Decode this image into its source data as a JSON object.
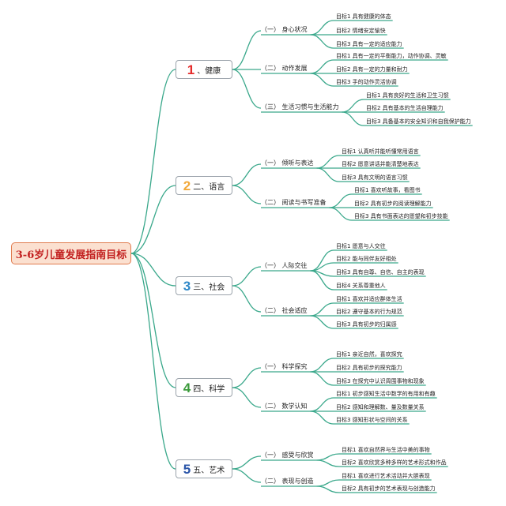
{
  "root": "3-6岁儿童发展指南目标",
  "colors": {
    "root_text": "#c21f1f",
    "root_fill": "#fbe0d0",
    "line": "#3aa88b"
  },
  "domains": [
    {
      "num": "1",
      "label": "、健康",
      "color": "#e52b2b",
      "icon": "number-1",
      "subs": [
        {
          "label": "（一） 身心状况",
          "leaves": [
            "目标1 具有健康的体态",
            "目标2 情绪安定愉快",
            "目标3 具有一定的适应能力"
          ]
        },
        {
          "label": "（二） 动作发展",
          "leaves": [
            "目标1 具有一定的平衡能力，动作协调、灵敏",
            "目标2 具有一定的力量和耐力",
            "目标3 手的动作灵活协调"
          ]
        },
        {
          "label": "（三） 生活习惯与生活能力",
          "leaves": [
            "目标1 具有良好的生活和卫生习惯",
            "目标2 具有基本的生活自理能力",
            "目标3 具备基本的安全知识和自我保护能力"
          ]
        }
      ]
    },
    {
      "num": "2",
      "label": "二、语言",
      "color": "#f2a93b",
      "icon": "number-2",
      "subs": [
        {
          "label": "（一） 倾听与表达",
          "leaves": [
            "目标1 认真听并能听懂常用语言",
            "目标2 愿意讲话并能清楚地表达",
            "目标3 具有文明的语言习惯"
          ]
        },
        {
          "label": "（二） 阅读与书写准备",
          "leaves": [
            "目标1 喜欢听故事，看图书",
            "目标2 具有初步的阅读理解能力",
            "目标3 具有书面表达的愿望和初步技能"
          ]
        }
      ]
    },
    {
      "num": "3",
      "label": "三、社会",
      "color": "#2f88c8",
      "icon": "number-3",
      "subs": [
        {
          "label": "（一） 人际交往",
          "leaves": [
            "目标1 愿意与人交往",
            "目标2 能与同伴友好相处",
            "目标3 具有自尊、自信、自主的表现",
            "目标4 关系尊重他人"
          ]
        },
        {
          "label": "（二） 社会适应",
          "leaves": [
            "目标1 喜欢并适应群体生活",
            "目标2 遵守基本的行为规范",
            "目标3 具有初步的归属感"
          ]
        }
      ]
    },
    {
      "num": "4",
      "label": "四、科学",
      "color": "#3a9a3a",
      "icon": "number-4",
      "subs": [
        {
          "label": "（一） 科学探究",
          "leaves": [
            "目标1 亲近自然，喜欢探究",
            "目标2 具有初步的探究能力",
            "目标3 在探究中认识周围事物和现象"
          ]
        },
        {
          "label": "（二） 数学认知",
          "leaves": [
            "目标1 初步感知生活中数学的有用和有趣",
            "目标2 感知和理解数、量及数量关系",
            "目标3 感知形状与空间的关系"
          ]
        }
      ]
    },
    {
      "num": "5",
      "label": "五、艺术",
      "color": "#2a55a8",
      "icon": "number-5",
      "subs": [
        {
          "label": "（一） 感受与欣赏",
          "leaves": [
            "目标1 喜欢自然界与生活中美的事物",
            "目标2 喜欢欣赏多种多样的艺术形式和作品"
          ]
        },
        {
          "label": "（二） 表现与创造",
          "leaves": [
            "目标1 喜欢进行艺术活动并大胆表现",
            "目标2 具有初步的艺术表现与创造能力"
          ]
        }
      ]
    }
  ]
}
